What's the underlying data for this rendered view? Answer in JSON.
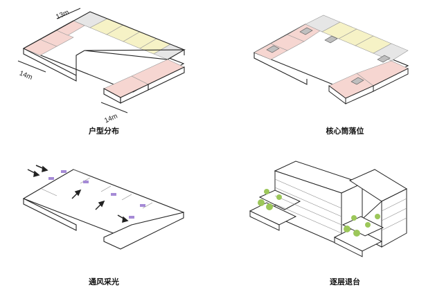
{
  "panels": [
    {
      "caption": "户型分布",
      "dims": {
        "top": "13m",
        "left": "14m",
        "bottom": "14m"
      }
    },
    {
      "caption": "核心筒落位"
    },
    {
      "caption": "通风采光"
    },
    {
      "caption": "逐层退台"
    }
  ],
  "colors": {
    "pink": "#f6d6d1",
    "yellow": "#f6f2c6",
    "grey": "#e6e6e6",
    "core": "#bfbfbf",
    "purple": "#a58ad6",
    "tree": "#9cc75a",
    "line": "#222222"
  }
}
